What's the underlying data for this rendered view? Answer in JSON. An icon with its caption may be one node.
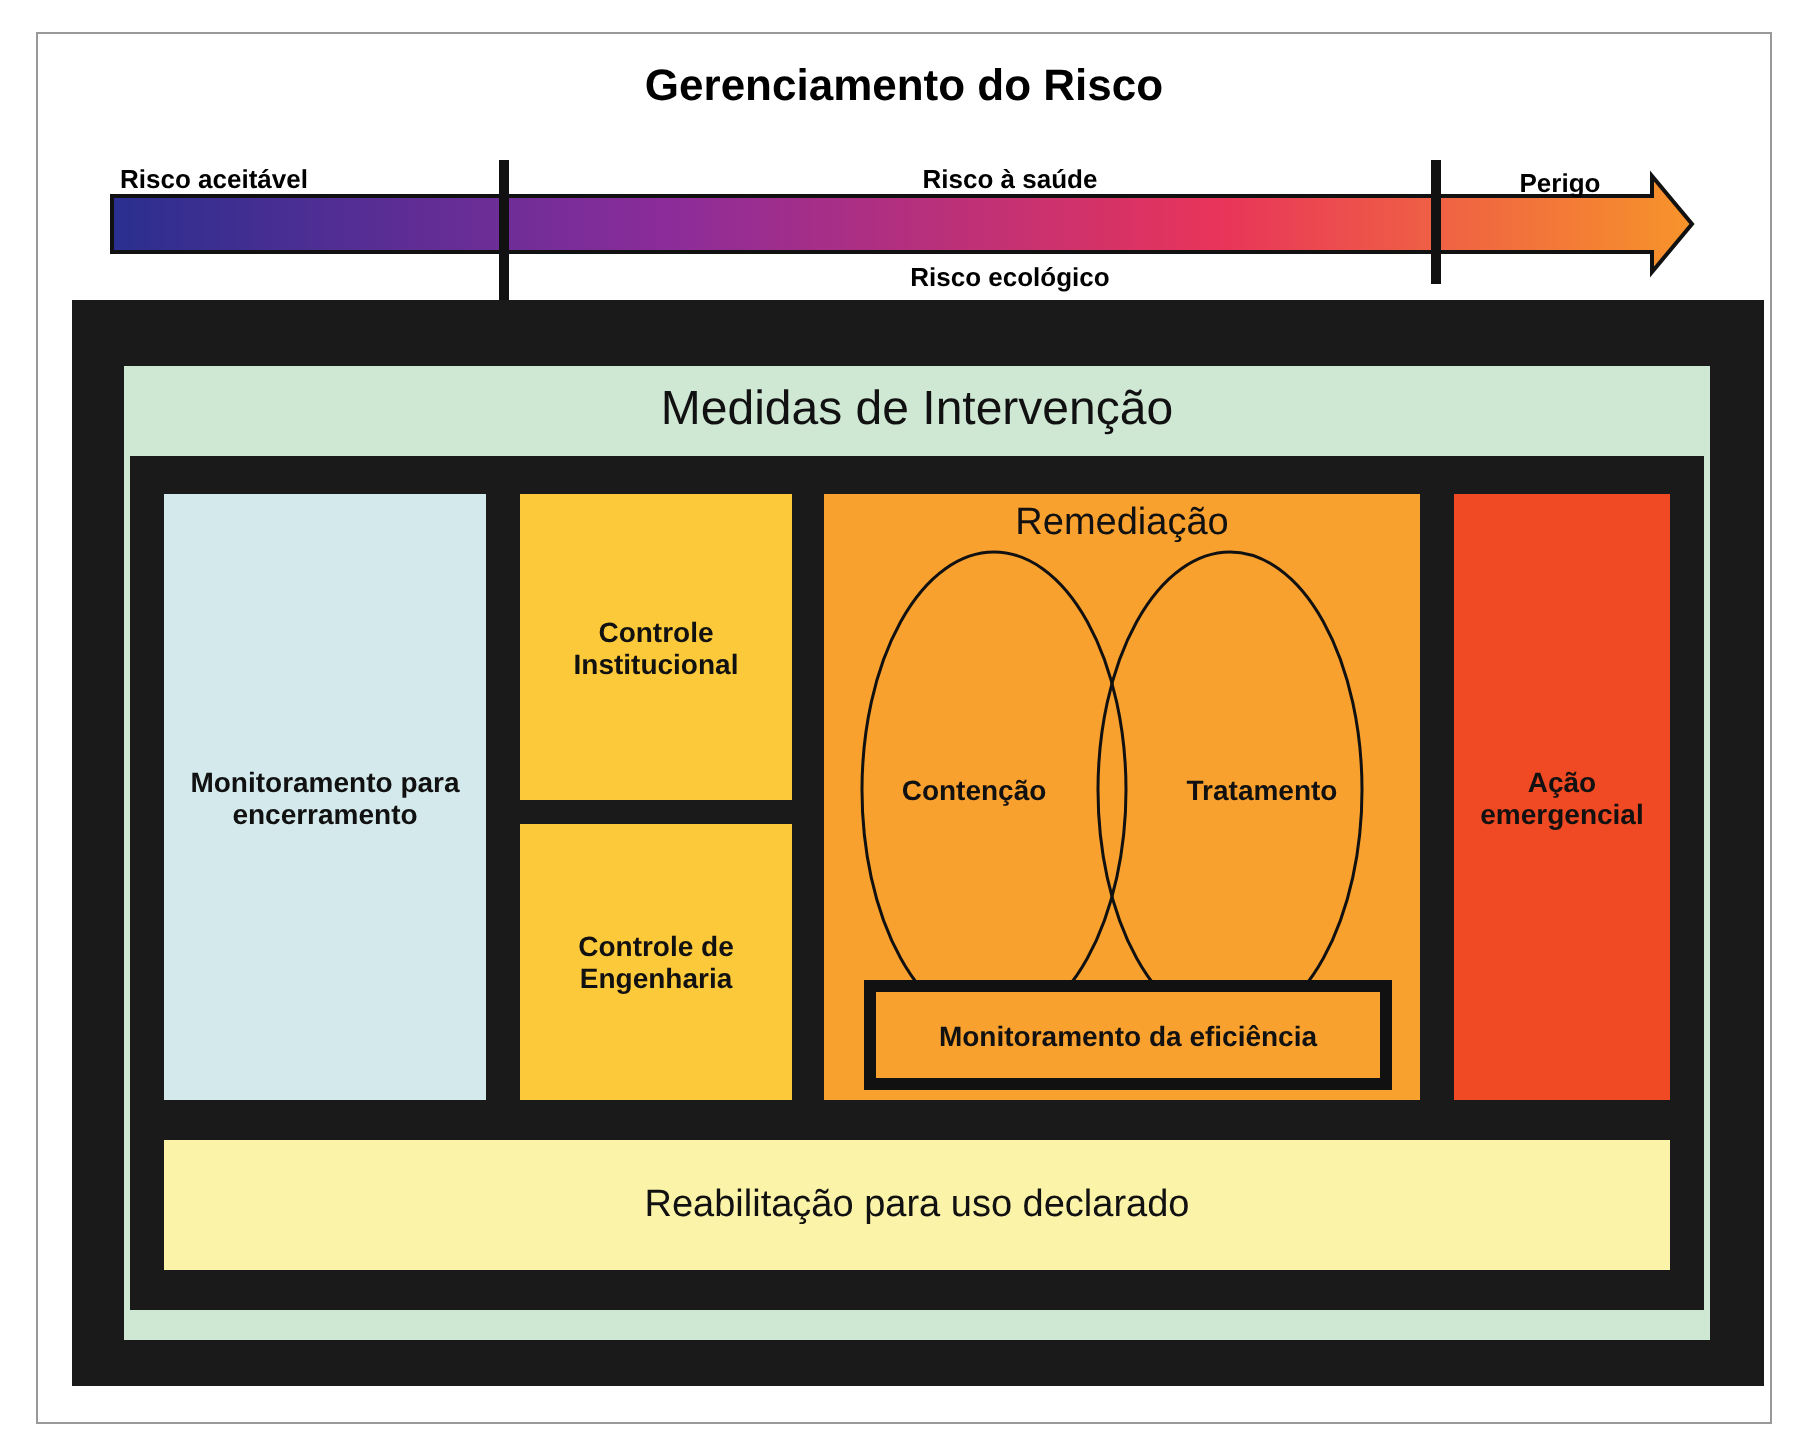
{
  "diagram": {
    "title": "Gerenciamento do Risco",
    "nodes": [
      {
        "text": [
          "Medidas de Intervenção"
        ]
      },
      {
        "text": [
          "Monitoramento para encerramento"
        ],
        "in": 0
      },
      {
        "text": [
          "Controle Institucional"
        ],
        "in": 0
      },
      {
        "text": [
          "Controle de Engenharia"
        ],
        "in": 0
      },
      {
        "text": [
          "Remediação"
        ],
        "in": 0
      },
      {
        "text": [
          "Contenção"
        ],
        "in": 4
      },
      {
        "text": [
          "Tratamento"
        ],
        "in": 4
      },
      {
        "text": [
          "Monitoramento da eficiência"
        ],
        "in": 4
      },
      {
        "text": [
          "Ação emergencial"
        ],
        "in": 0
      },
      {
        "text": [
          "Reabilitação para uso declarado"
        ],
        "in": 0
      }
    ],
    "labels": [
      "Risco aceitável",
      "Risco à saúde",
      "Perigo",
      "Risco ecológico"
    ]
  }
}
